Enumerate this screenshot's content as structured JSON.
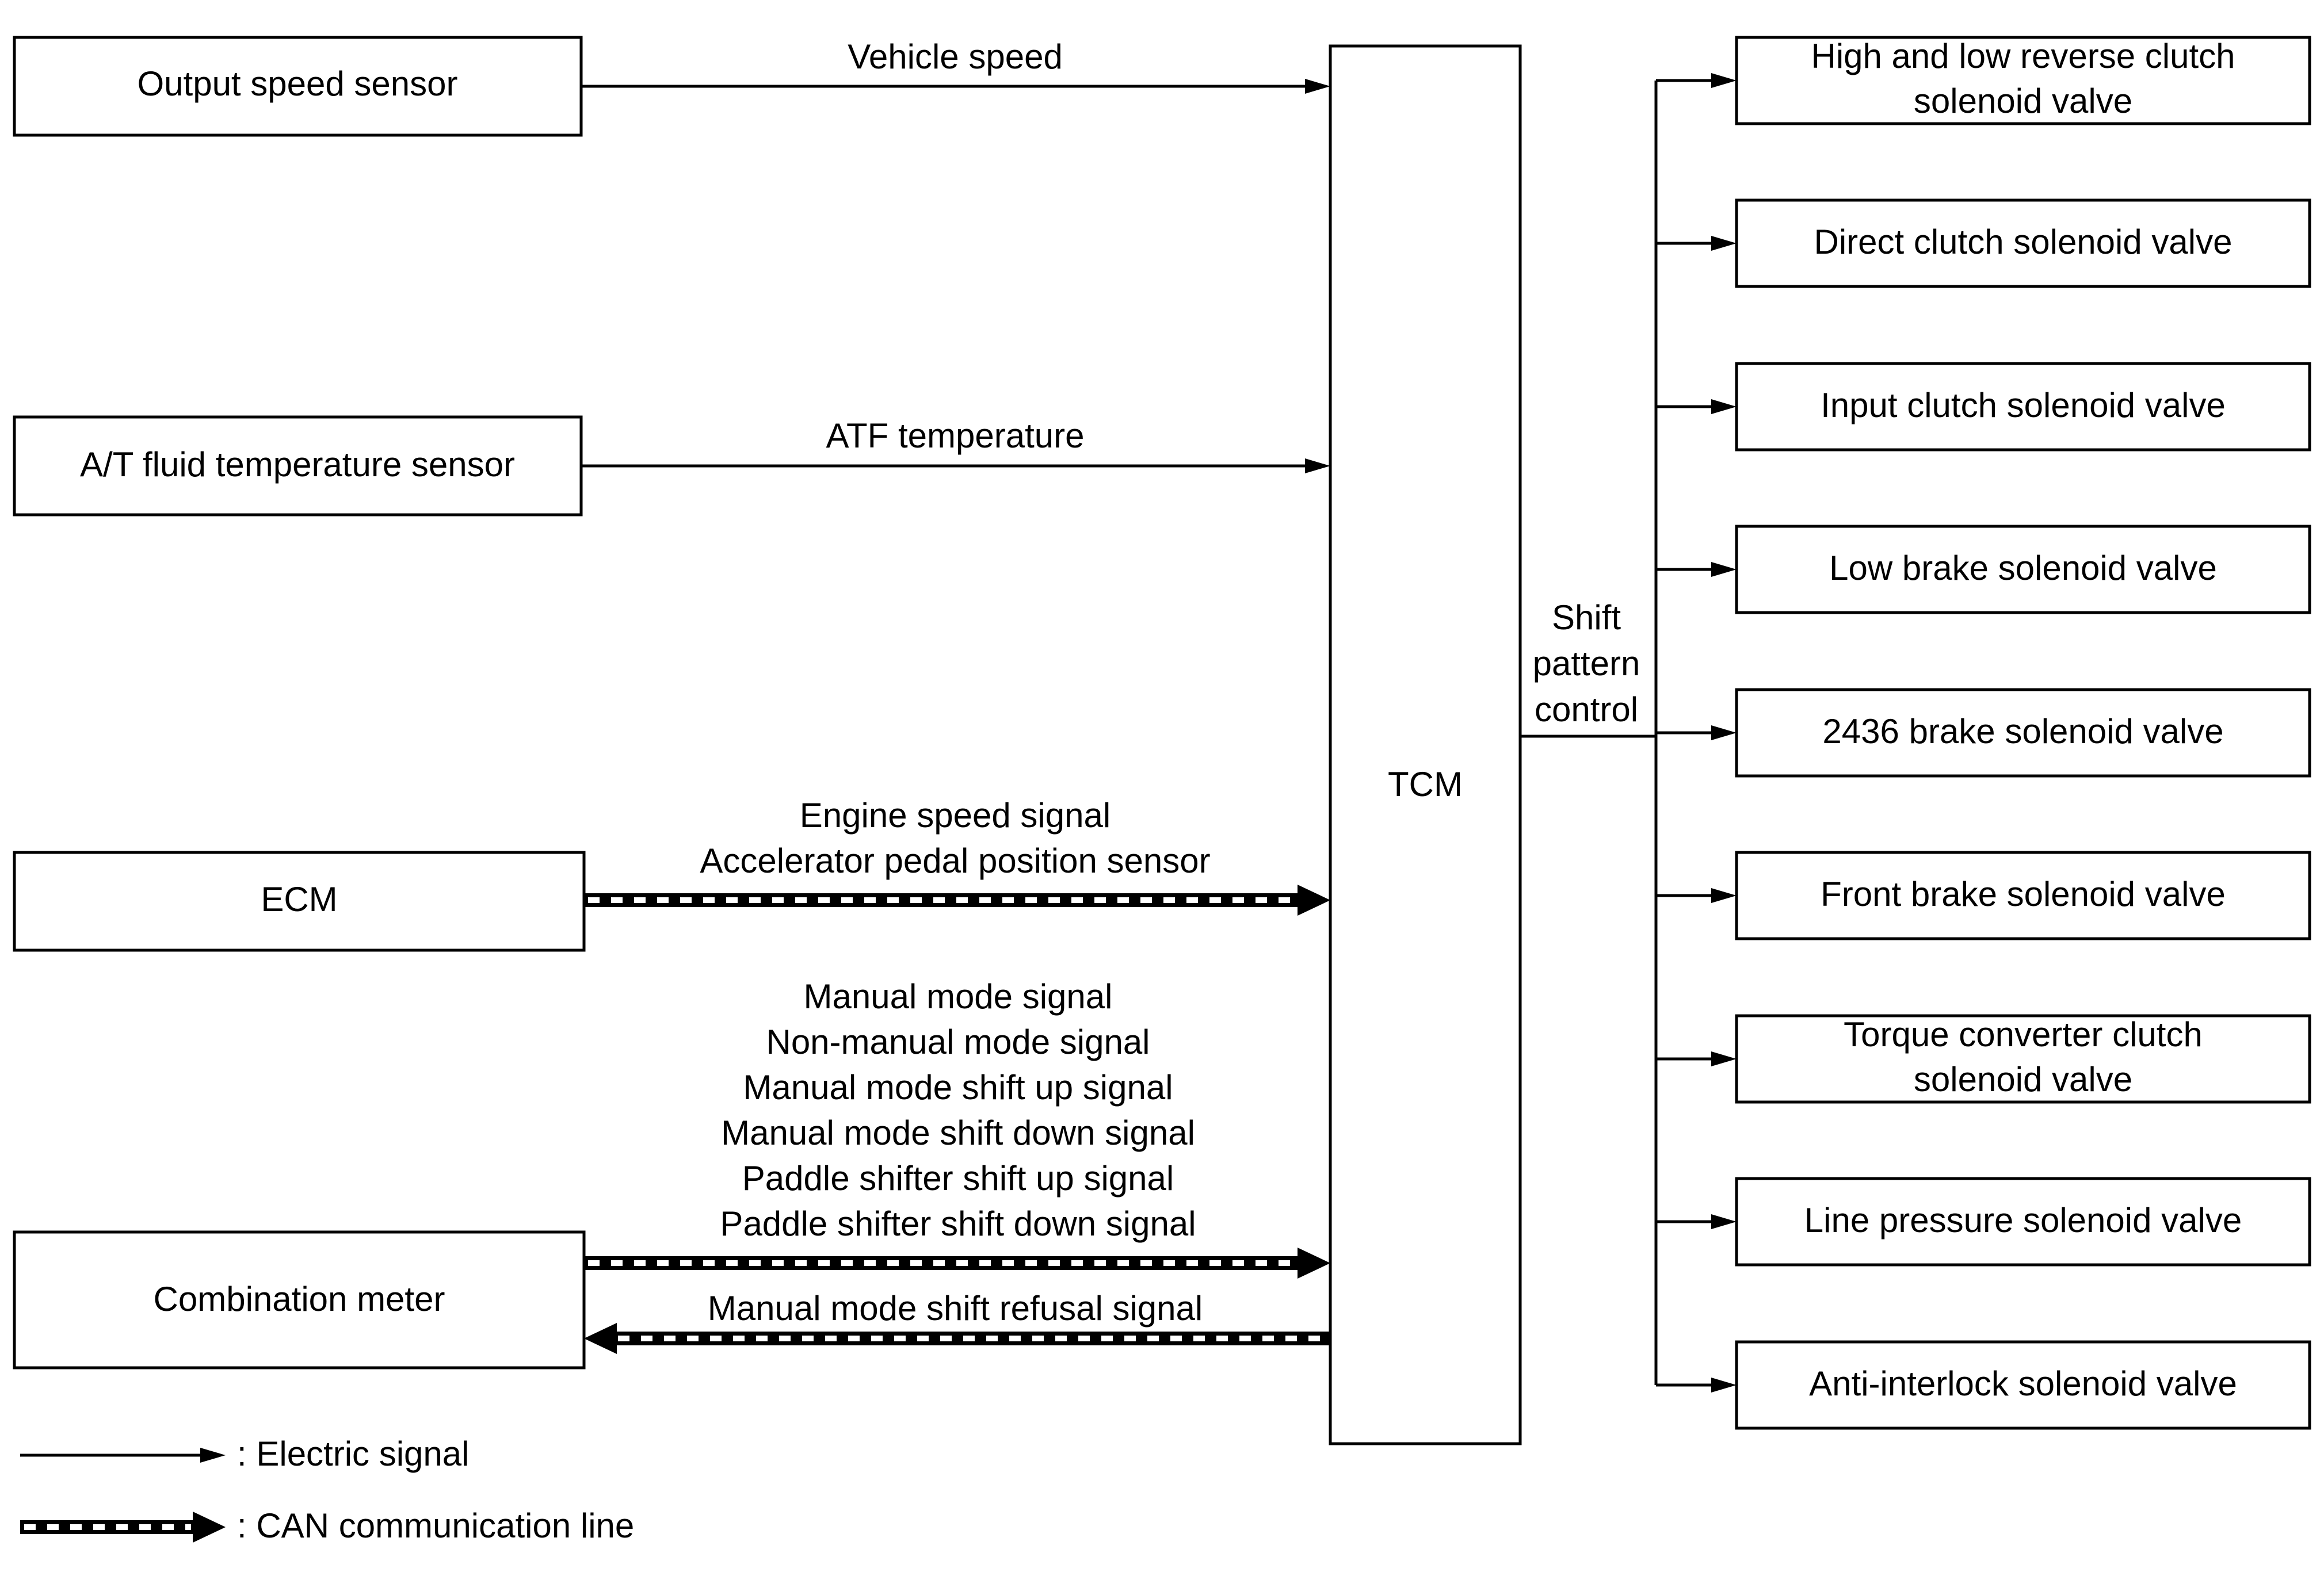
{
  "inputs": {
    "output_speed_sensor": "Output speed sensor",
    "atf_temp_sensor": "A/T fluid temperature sensor",
    "ecm": "ECM",
    "combination_meter": "Combination meter"
  },
  "signals": {
    "vehicle_speed": "Vehicle speed",
    "atf_temperature": "ATF temperature",
    "ecm_lines": [
      "Engine speed signal",
      "Accelerator pedal position sensor"
    ],
    "meter_lines": [
      "Manual mode signal",
      "Non-manual mode signal",
      "Manual mode shift up signal",
      "Manual mode shift down signal",
      "Paddle shifter shift up signal",
      "Paddle shifter shift down signal"
    ],
    "refusal": "Manual mode shift refusal signal"
  },
  "tcm": {
    "label": "TCM"
  },
  "shift_control": {
    "lines": [
      "Shift",
      "pattern",
      "control"
    ]
  },
  "outputs": [
    {
      "lines": [
        "High and low reverse clutch",
        "solenoid valve"
      ]
    },
    {
      "lines": [
        "Direct clutch solenoid valve"
      ]
    },
    {
      "lines": [
        "Input clutch solenoid valve"
      ]
    },
    {
      "lines": [
        "Low brake solenoid valve"
      ]
    },
    {
      "lines": [
        "2436 brake solenoid valve"
      ]
    },
    {
      "lines": [
        "Front brake solenoid valve"
      ]
    },
    {
      "lines": [
        "Torque converter clutch",
        "solenoid valve"
      ]
    },
    {
      "lines": [
        "Line pressure solenoid valve"
      ]
    },
    {
      "lines": [
        "Anti-interlock solenoid valve"
      ]
    }
  ],
  "legend": {
    "electric": ": Electric signal",
    "can": ": CAN communication line"
  }
}
